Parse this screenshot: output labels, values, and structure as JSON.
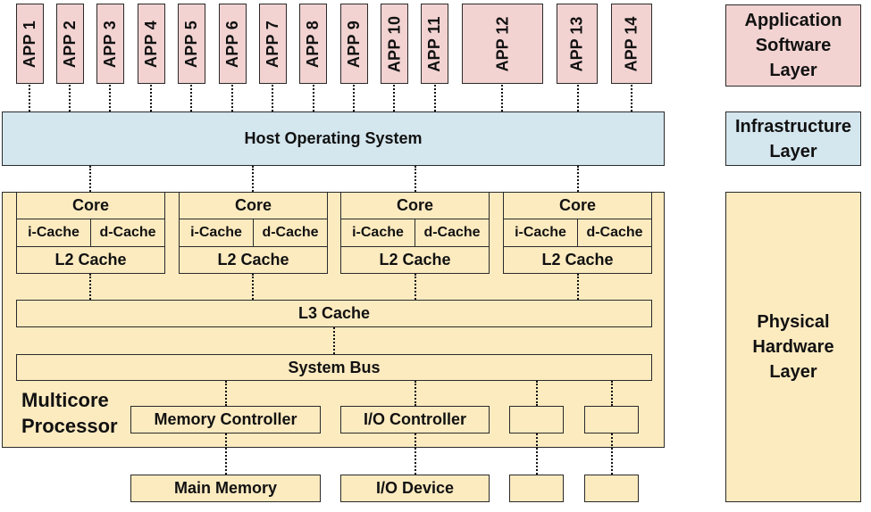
{
  "apps": [
    "APP 1",
    "APP 2",
    "APP 3",
    "APP 4",
    "APP 5",
    "APP 6",
    "APP 7",
    "APP 8",
    "APP 9",
    "APP 10",
    "APP 11",
    "APP 12",
    "APP 13",
    "APP 14"
  ],
  "host_os": "Host Operating System",
  "cores": [
    {
      "core": "Core",
      "icache": "i-Cache",
      "dcache": "d-Cache",
      "l2": "L2 Cache"
    },
    {
      "core": "Core",
      "icache": "i-Cache",
      "dcache": "d-Cache",
      "l2": "L2 Cache"
    },
    {
      "core": "Core",
      "icache": "i-Cache",
      "dcache": "d-Cache",
      "l2": "L2 Cache"
    },
    {
      "core": "Core",
      "icache": "i-Cache",
      "dcache": "d-Cache",
      "l2": "L2 Cache"
    }
  ],
  "l3": "L3 Cache",
  "system_bus": "System Bus",
  "processor_label_1": "Multicore",
  "processor_label_2": "Processor",
  "memory_controller": "Memory Controller",
  "io_controller": "I/O Controller",
  "main_memory": "Main Memory",
  "io_device": "I/O Device",
  "layers": {
    "application": [
      "Application",
      "Software",
      "Layer"
    ],
    "infrastructure": [
      "Infrastructure",
      "Layer"
    ],
    "physical": [
      "Physical",
      "Hardware",
      "Layer"
    ]
  },
  "colors": {
    "application": "#f2d3d2",
    "infrastructure": "#d4e6ee",
    "hardware": "#fdebc0"
  }
}
